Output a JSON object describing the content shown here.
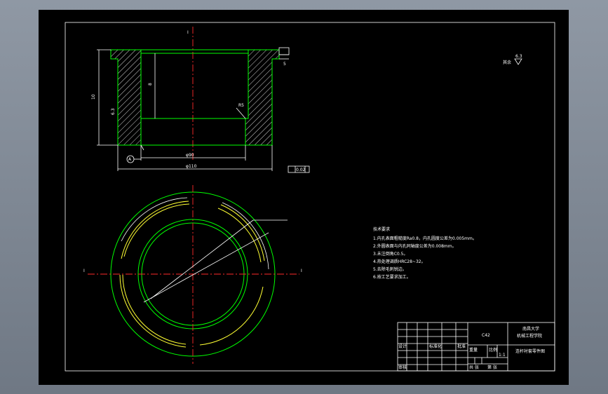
{
  "drawing": {
    "section_label": "I",
    "axis_label_left": "I",
    "axis_label_right": "I",
    "surface_finish": "6.3",
    "dims": {
      "height": "10",
      "bore_depth": "8",
      "inner_dia": "φ90",
      "outer_dia": "φ110",
      "datum": "A",
      "tolerance": "0.02",
      "radius": "R5"
    },
    "tech_requirements": {
      "title": "技术要求",
      "items": [
        "1.内孔表面粗糙度Ra0.8，内孔圆度公差为0.005mm。",
        "2.外圆表面与内孔同轴度公差为0.008mm。",
        "3.未注倒角C0.5。",
        "4.热处理调质HRC28~32。",
        "5.去除毛刺锐边。",
        "6.按工艺要求加工。"
      ]
    },
    "title_block": {
      "school": "南昌大学",
      "department": "机械工程学院",
      "part_name": "C42",
      "drawing_name": "连杆衬套零件图",
      "material": "",
      "scale": "1:1",
      "labels": [
        "设计",
        "审核",
        "标准化",
        "批准",
        "重量",
        "比例",
        "共 张",
        "第 张"
      ]
    }
  }
}
